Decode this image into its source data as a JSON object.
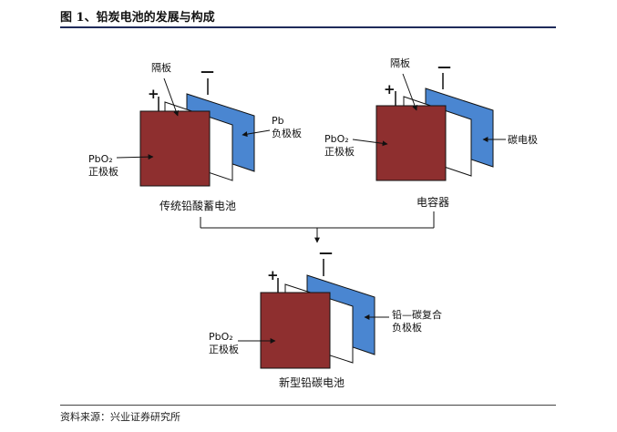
{
  "header": {
    "title": "图 1、铅炭电池的发展与构成"
  },
  "footer": {
    "source": "资料来源：兴业证券研究所"
  },
  "diagram": {
    "top_left": {
      "caption": "传统铅酸蓄电池",
      "separator_label": "隔板",
      "plus": "+",
      "minus": "—",
      "negative_label_1": "Pb",
      "negative_label_2": "负极板",
      "positive_label_1": "PbO₂",
      "positive_label_2": "正极板"
    },
    "top_right": {
      "caption": "电容器",
      "separator_label": "隔板",
      "plus": "+",
      "minus": "—",
      "negative_label": "碳电极",
      "positive_label_1": "PbO₂",
      "positive_label_2": "正极板"
    },
    "bottom": {
      "caption": "新型铅碳电池",
      "plus": "+",
      "minus": "—",
      "negative_label_1": "铅—碳复合",
      "negative_label_2": "负极板",
      "positive_label_1": "PbO₂",
      "positive_label_2": "正极板"
    },
    "colors": {
      "positive_plate": "#8e2f2f",
      "negative_plate": "#4a86d1",
      "separator": "#ffffff",
      "outline": "#111111"
    }
  }
}
